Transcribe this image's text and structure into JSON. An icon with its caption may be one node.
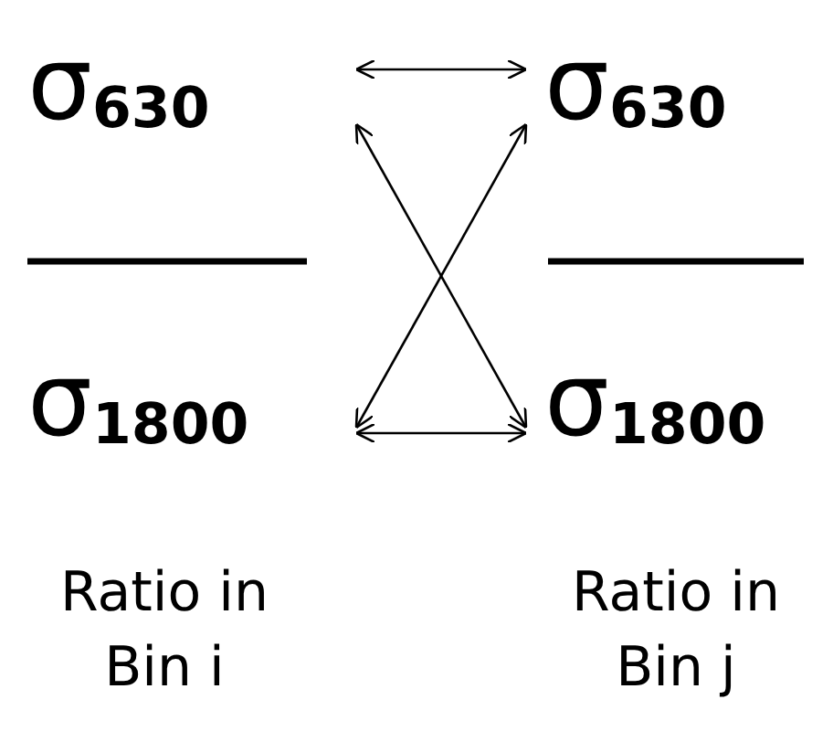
{
  "diagram": {
    "nodes": [
      {
        "text": [
          "σ$_{630}$"
        ]
      },
      {
        "text": [
          "σ$_{1800}$"
        ]
      },
      {
        "text": [
          "σ$_{630}$"
        ]
      },
      {
        "text": [
          "σ$_{1800}$"
        ]
      }
    ],
    "edges": [
      {
        "from": 0,
        "to": 2,
        "arrow": "both"
      },
      {
        "from": 1,
        "to": 3,
        "arrow": "both"
      },
      {
        "from": 0,
        "to": 3,
        "arrow": "both"
      },
      {
        "from": 1,
        "to": 2,
        "arrow": "both"
      }
    ],
    "labels": [
      "Ratio in Bin i",
      "Ratio in Bin j"
    ]
  }
}
